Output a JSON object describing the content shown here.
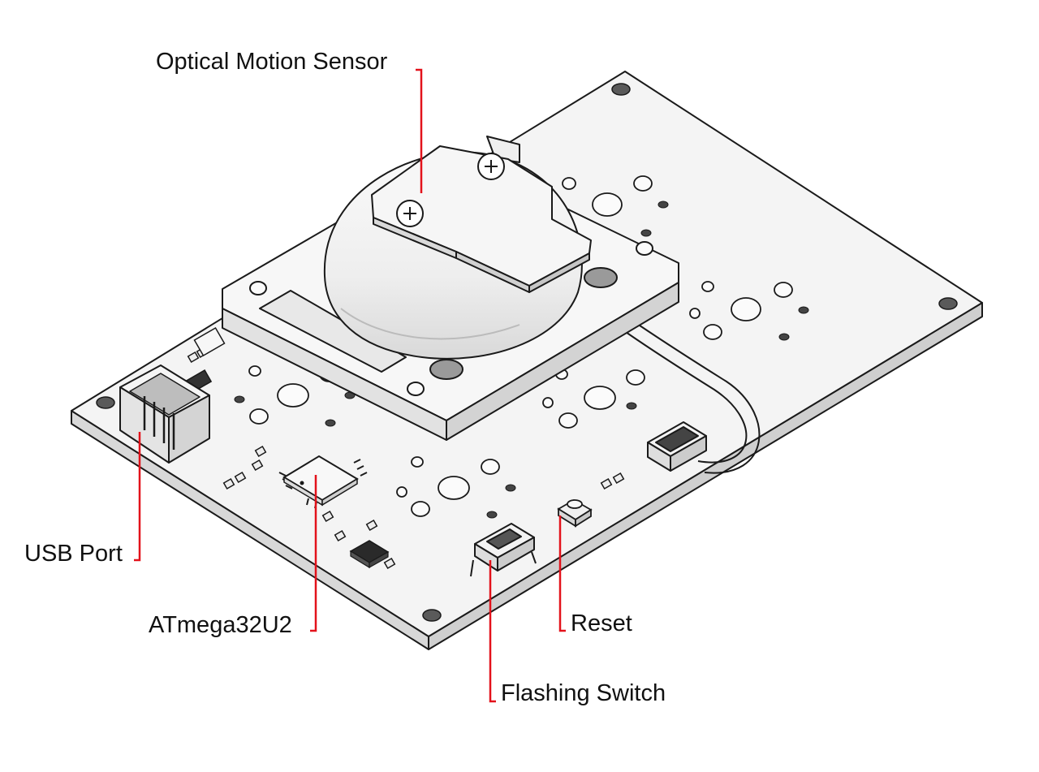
{
  "labels": {
    "optical_motion_sensor": "Optical Motion Sensor",
    "usb_port": "USB Port",
    "atmega32u2": "ATmega32U2",
    "reset": "Reset",
    "flashing_switch": "Flashing Switch"
  },
  "colors": {
    "leader_line": "#e3121b",
    "outline": "#1a1a1a",
    "board_fill": "#f4f4f4",
    "shadow": "#d6d6d6"
  }
}
